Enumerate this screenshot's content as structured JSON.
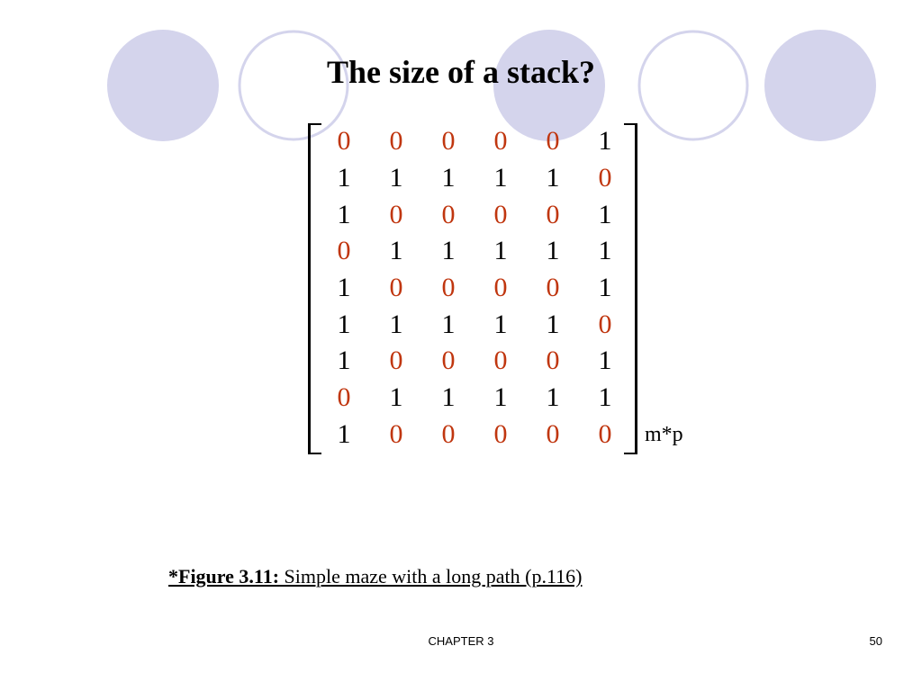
{
  "slide": {
    "title": "The size of a stack?",
    "dimension_label": "m*p",
    "caption": {
      "ref": "*Figure 3.11:",
      "text": " Simple maze with a long path (p.116)"
    },
    "footer_chapter": "CHAPTER 3",
    "page_number": "50"
  },
  "matrix": {
    "rows": [
      [
        "0",
        "0",
        "0",
        "0",
        "0",
        "1"
      ],
      [
        "1",
        "1",
        "1",
        "1",
        "1",
        "0"
      ],
      [
        "1",
        "0",
        "0",
        "0",
        "0",
        "1"
      ],
      [
        "0",
        "1",
        "1",
        "1",
        "1",
        "1"
      ],
      [
        "1",
        "0",
        "0",
        "0",
        "0",
        "1"
      ],
      [
        "1",
        "1",
        "1",
        "1",
        "1",
        "0"
      ],
      [
        "1",
        "0",
        "0",
        "0",
        "0",
        "1"
      ],
      [
        "0",
        "1",
        "1",
        "1",
        "1",
        "1"
      ],
      [
        "1",
        "0",
        "0",
        "0",
        "0",
        "0"
      ]
    ],
    "zero_color": "#c0360f",
    "one_color": "#000000"
  },
  "theme": {
    "circle_fill": "#d4d4ec",
    "circle_outline": "#d4d4ec"
  }
}
